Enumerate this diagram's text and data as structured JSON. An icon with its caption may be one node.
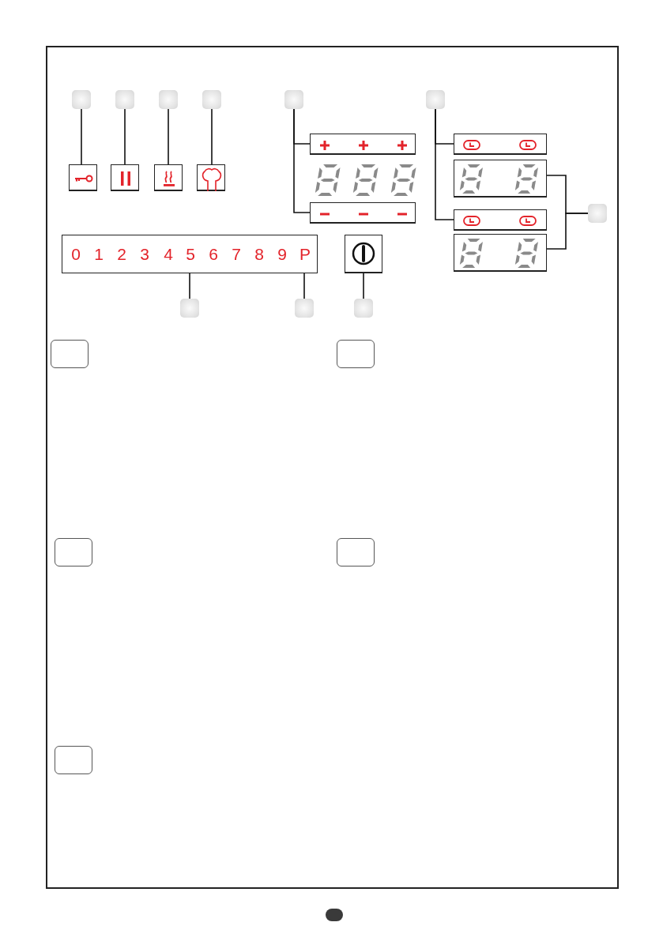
{
  "diagram": {
    "nodes": [
      {
        "text": [],
        "shape": "box"
      },
      {
        "text": [],
        "shape": "box"
      },
      {
        "text": [],
        "shape": "box"
      },
      {
        "text": [],
        "shape": "box"
      },
      {
        "text": [],
        "shape": "box"
      },
      {
        "text": [],
        "shape": "box"
      },
      {
        "text": [],
        "shape": "box"
      },
      {
        "text": [],
        "shape": "box"
      },
      {
        "text": [],
        "shape": "box"
      },
      {
        "text": [],
        "shape": "box"
      },
      {
        "text": [],
        "shape": "box"
      },
      {
        "text": [],
        "shape": "box"
      },
      {
        "text": [],
        "shape": "box"
      },
      {
        "text": [],
        "shape": "box"
      },
      {
        "text": [],
        "shape": "box"
      },
      {
        "text": [],
        "shape": "box"
      },
      {
        "text": [],
        "shape": "box"
      },
      {
        "text": [
          "0",
          "1",
          "2",
          "3",
          "4",
          "5",
          "6",
          "7",
          "8",
          "9",
          "P"
        ]
      },
      {
        "text": [],
        "shape": "box"
      },
      {
        "text": [],
        "shape": "box"
      },
      {
        "text": [],
        "shape": "box"
      },
      {
        "text": [],
        "shape": "box"
      },
      {
        "text": [],
        "shape": "box"
      },
      {
        "text": [],
        "shape": "box"
      },
      {
        "text": [],
        "shape": "box"
      },
      {
        "text": [],
        "shape": "box"
      },
      {
        "text": [],
        "shape": "box"
      }
    ],
    "edges": [
      {
        "from": 0,
        "to": 8,
        "arrow": "none"
      },
      {
        "from": 1,
        "to": 9,
        "arrow": "none"
      },
      {
        "from": 2,
        "to": 10,
        "arrow": "none"
      },
      {
        "from": 3,
        "to": 11,
        "arrow": "none"
      },
      {
        "from": 4,
        "to": 6,
        "arrow": "none"
      },
      {
        "from": 4,
        "to": 14,
        "arrow": "none"
      },
      {
        "from": 5,
        "to": 7,
        "arrow": "none"
      },
      {
        "from": 5,
        "to": 15,
        "arrow": "none"
      },
      {
        "from": 13,
        "to": 12,
        "arrow": "none"
      },
      {
        "from": 13,
        "to": 16,
        "arrow": "none"
      },
      {
        "from": 19,
        "to": 17,
        "arrow": "none"
      },
      {
        "from": 20,
        "to": 17,
        "arrow": "none"
      },
      {
        "from": 21,
        "to": 18,
        "arrow": "none"
      }
    ]
  }
}
